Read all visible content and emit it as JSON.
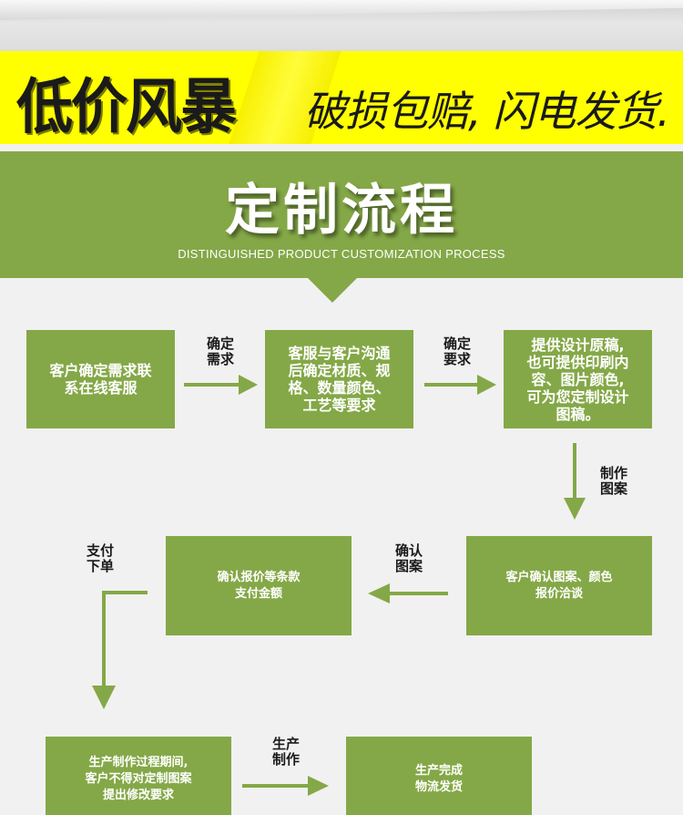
{
  "banner": {
    "left_text": "低价风暴",
    "right_text": "破损包赔, 闪电发货."
  },
  "header": {
    "title": "定制流程",
    "subtitle": "DISTINGUISHED PRODUCT CUSTOMIZATION PROCESS"
  },
  "steps": [
    {
      "id": "step-1",
      "text": "客户确定需求联\n系在线客服"
    },
    {
      "id": "step-2",
      "text": "客服与客户沟通\n后确定材质、规\n格、数量颜色、\n工艺等要求"
    },
    {
      "id": "step-3",
      "text": "提供设计原稿,\n也可提供印刷内\n容、图片颜色,\n可为您定制设计\n图稿。"
    },
    {
      "id": "step-4",
      "text": "客户确认图案、颜色\n报价洽谈"
    },
    {
      "id": "step-5",
      "text": "确认报价等条款\n支付金额"
    },
    {
      "id": "step-6",
      "text": "生产制作过程期间,\n客户不得对定制图案\n提出修改要求"
    },
    {
      "id": "step-7",
      "text": "生产完成\n物流发货"
    }
  ],
  "labels": [
    {
      "id": "label-1",
      "text": "确定\n需求"
    },
    {
      "id": "label-2",
      "text": "确定\n要求"
    },
    {
      "id": "label-3",
      "text": "制作\n图案"
    },
    {
      "id": "label-4",
      "text": "确认\n图案"
    },
    {
      "id": "label-5",
      "text": "支付\n下单"
    },
    {
      "id": "label-6",
      "text": "生产\n制作"
    }
  ],
  "colors": {
    "accent_green": "#84a847",
    "banner_yellow": "#ffff00",
    "background": "#f1f1f1"
  }
}
